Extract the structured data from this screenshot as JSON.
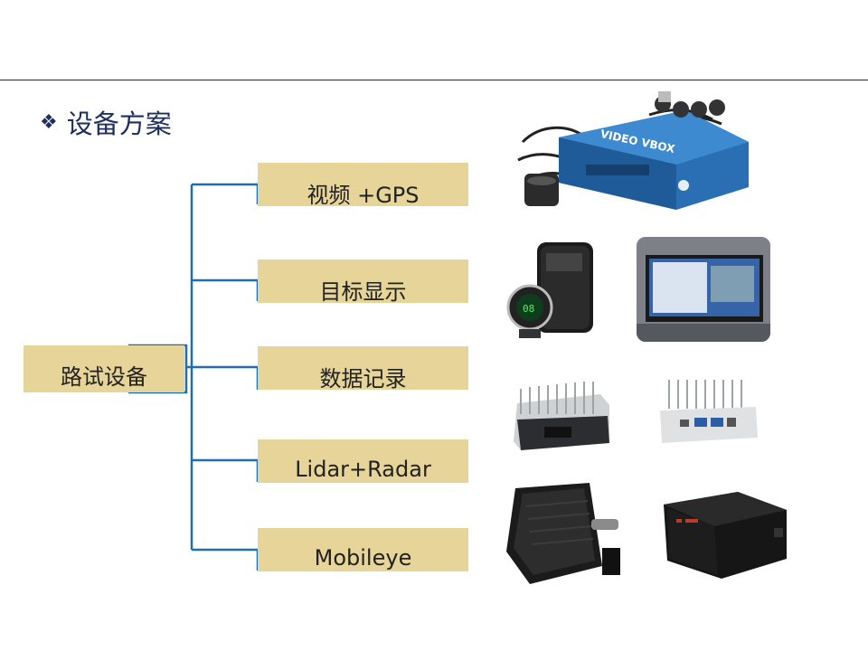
{
  "slide": {
    "bullet_icon": "diamond-bullet-icon",
    "title": "设备方案"
  },
  "tree": {
    "root_label": "路试设备",
    "branches": [
      {
        "label": "视频 +GPS"
      },
      {
        "label": "目标显示"
      },
      {
        "label": "数据记录"
      },
      {
        "label": "Lidar+Radar"
      },
      {
        "label": "Mobileye"
      }
    ],
    "line_color": "#1f6fb0",
    "box_color": "#e6d499"
  },
  "images": [
    {
      "name": "video-vbox-photo",
      "text": "VIDEO VBOX"
    },
    {
      "name": "gps-display-unit-photo"
    },
    {
      "name": "in-car-monitor-photo"
    },
    {
      "name": "data-logger-front-photo"
    },
    {
      "name": "data-logger-rear-photo"
    },
    {
      "name": "radar-sensor-photo"
    },
    {
      "name": "lidar-box-photo"
    }
  ]
}
